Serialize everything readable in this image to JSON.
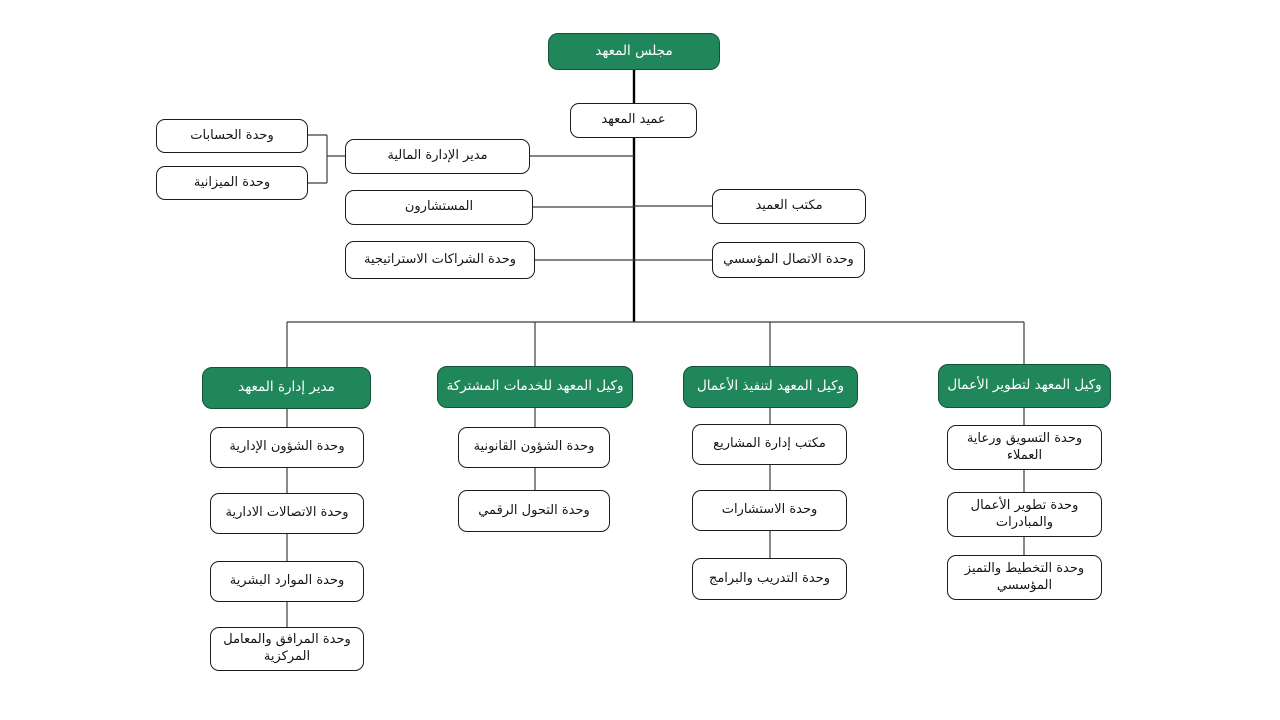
{
  "colors": {
    "header_green": "#1f875a",
    "header_green_border": "#14523a",
    "box_border": "#1c1c1c",
    "line": "#3c3c3c",
    "background": "#ffffff"
  },
  "org": {
    "council": "مجلس المعهد",
    "dean": "عميد المعهد",
    "staff_left": {
      "finance_director": "مدير الإدارة المالية",
      "accounts_unit": "وحدة الحسابات",
      "budget_unit": "وحدة الميزانية",
      "advisors": "المستشارون",
      "strategic_partnerships_unit": "وحدة  الشراكات الاستراتيجية"
    },
    "staff_right": {
      "dean_office": "مكتب العميد",
      "corporate_communication_unit": "وحدة الاتصال المؤسسي"
    },
    "branches": {
      "institute_admin_director": {
        "label": "مدير إدارة المعهد",
        "children": {
          "admin_affairs_unit": "وحدة الشؤون الإدارية",
          "admin_communications_unit": "وحدة الاتصالات الادارية",
          "hr_unit": "وحدة الموارد البشرية",
          "facilities_central_labs_unit": "وحدة المرافق والمعامل المركزية"
        }
      },
      "vp_shared_services": {
        "label": "وكيل المعهد للخدمات المشتركة",
        "children": {
          "legal_affairs_unit": "وحدة الشؤون القانونية",
          "digital_transformation_unit": "وحدة التحول الرقمي"
        }
      },
      "vp_business_execution": {
        "label": "وكيل المعهد لتنفيذ الأعمال",
        "children": {
          "project_management_office": "مكتب إدارة المشاريع",
          "consulting_unit": "وحدة الاستشارات",
          "training_programs_unit": "وحدة التدريب والبرامج"
        }
      },
      "vp_business_development": {
        "label": "وكيل المعهد لتطوير الأعمال",
        "children": {
          "marketing_customer_care_unit": "وحدة التسويق ورعاية العملاء",
          "business_dev_initiatives_unit": "وحدة تطوير الأعمال والمبادرات",
          "planning_excellence_unit": "وحدة التخطيط والتميز المؤسسي"
        }
      }
    }
  }
}
